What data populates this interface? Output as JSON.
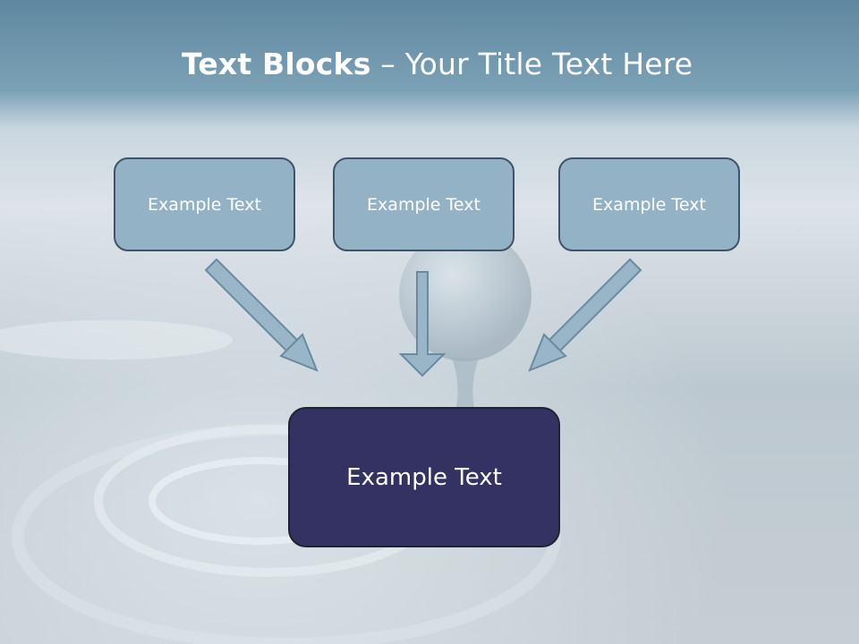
{
  "slide": {
    "title_bold": "Text Blocks",
    "title_rest": " – Your Title Text Here"
  },
  "blocks": [
    {
      "label": "Example Text"
    },
    {
      "label": "Example Text"
    },
    {
      "label": "Example Text"
    }
  ],
  "target": {
    "label": "Example Text"
  },
  "colors": {
    "block_fill": "#93b2c5",
    "block_border": "#3f5468",
    "target_fill": "#343163",
    "arrow_fill": "#98b6c7"
  }
}
